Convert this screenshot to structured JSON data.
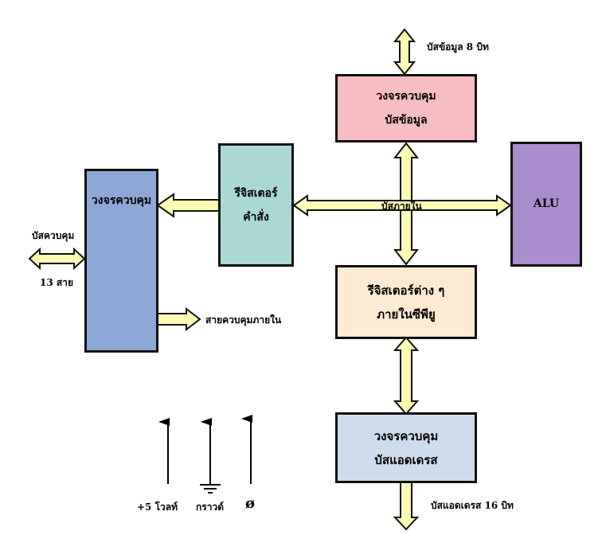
{
  "colors": {
    "arrow_fill": "#fbfbb3",
    "data_bus_ctrl": "#f6bdc3",
    "instr_reg": "#a9d8d5",
    "alu": "#a98dcc",
    "control_unit": "#8ea8d6",
    "cpu_regs": "#fdebd3",
    "addr_bus_ctrl": "#cfdcee"
  },
  "blocks": {
    "data_bus_control": {
      "line1": "วงจรควบคุม",
      "line2": "บัสข้อมูล"
    },
    "instruction_register": {
      "line1": "รีจิสเตอร์",
      "line2": "คำสั่ง"
    },
    "control_unit": {
      "line1": "วงจรควบคุม"
    },
    "alu": {
      "line1": "ALU"
    },
    "cpu_registers": {
      "line1": "รีจิสเตอร์ต่าง ๆ",
      "line2": "ภายในซีพียู"
    },
    "address_bus_control": {
      "line1": "วงจรควบคุม",
      "line2": "บัสแอดเดรส"
    }
  },
  "labels": {
    "data_bus_8bit": "บัสข้อมูล 8 บิท",
    "internal_bus": "บัสภายใน",
    "control_bus": "บัสควบคุม",
    "control_lines": "13 สาย",
    "internal_control_lines": "สายควบคุมภายใน",
    "address_bus_16bit": "บัสแอดเดรส 16 บิท",
    "power": "+5 โวลท์",
    "ground": "กราวด์",
    "clock": "ø"
  }
}
